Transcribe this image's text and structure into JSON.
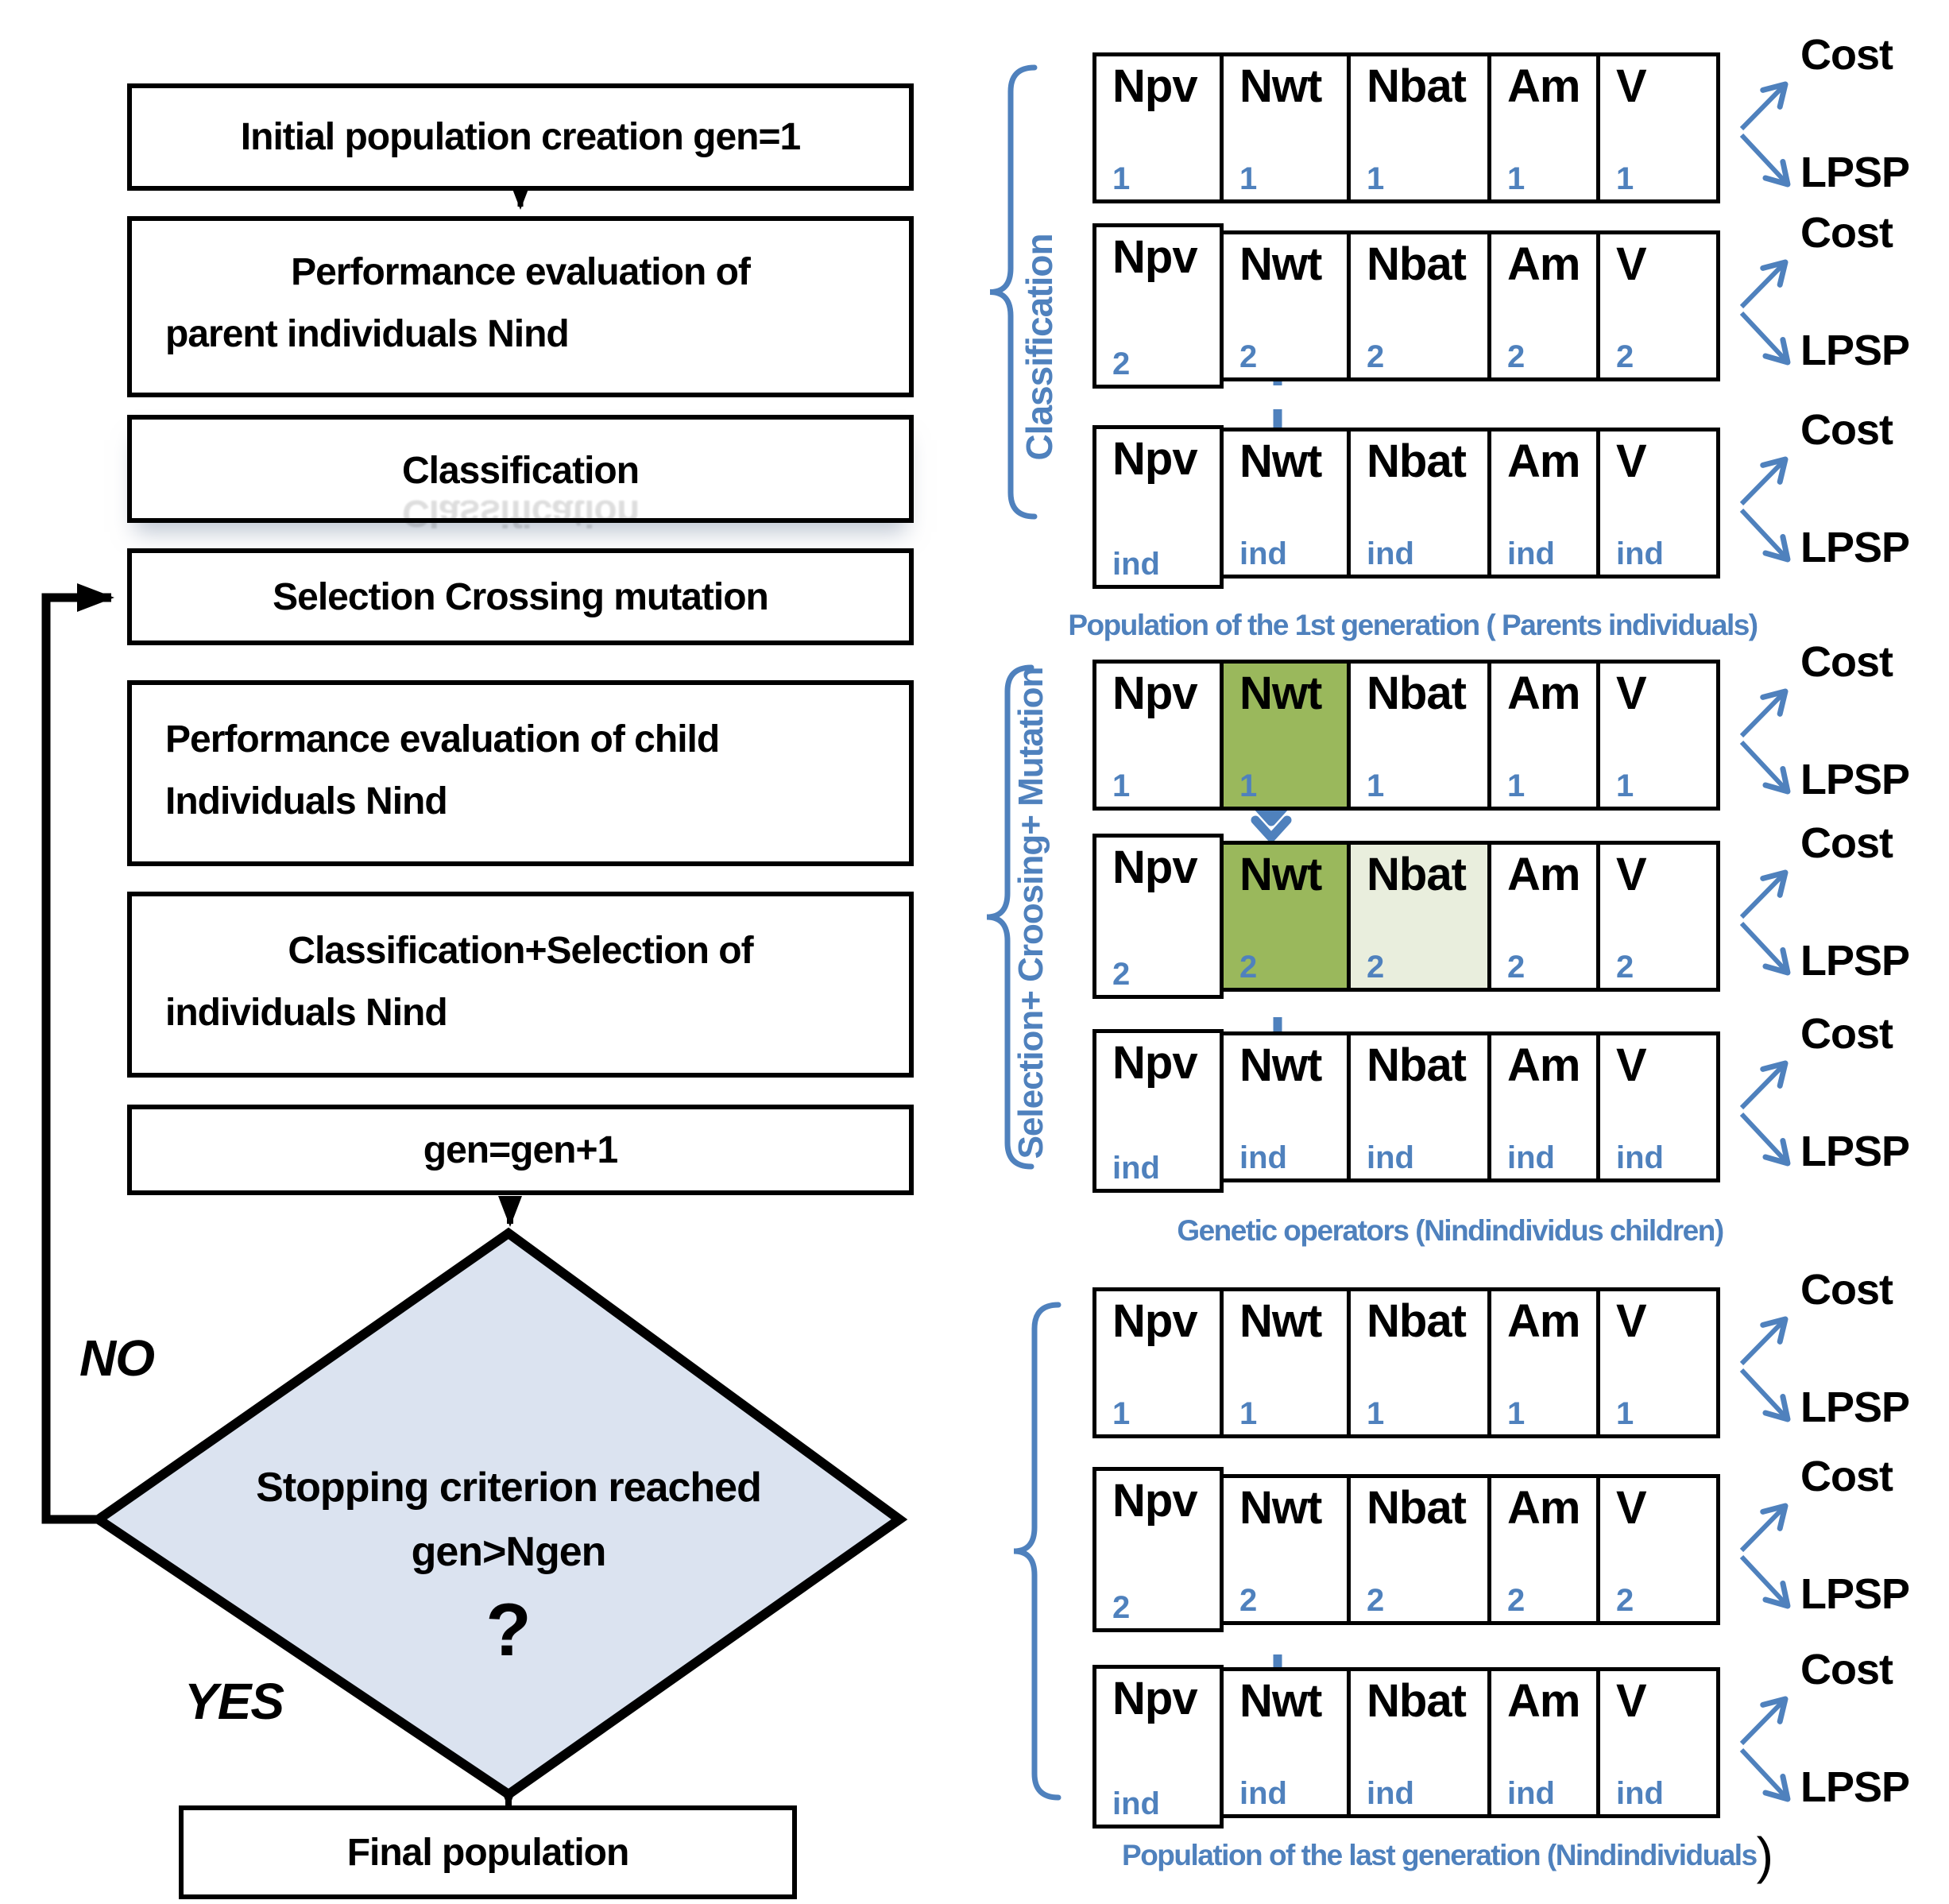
{
  "colors": {
    "accent_blue": "#4f81bd",
    "diamond_fill": "#dbe3f0",
    "crossover_green": "#9ab85c",
    "crossover_green_light": "#e9eedd"
  },
  "flowchart": {
    "boxes": [
      {
        "lines": [
          "Initial population creation gen=1"
        ]
      },
      {
        "lines": [
          "Performance  evaluation of",
          "parent individuals Nind"
        ]
      },
      {
        "lines": [
          "Classification"
        ]
      },
      {
        "lines": [
          "Selection Crossing mutation"
        ]
      },
      {
        "lines": [
          "Performance evaluation of child",
          "Individuals Nind"
        ]
      },
      {
        "lines": [
          "Classification+Selection  of",
          "individuals Nind"
        ]
      },
      {
        "lines": [
          "gen=gen+1"
        ]
      }
    ],
    "decision": {
      "lines": [
        "Stopping criterion reached",
        "gen>Ngen",
        "?"
      ]
    },
    "no_label": "NO",
    "yes_label": "YES",
    "final_box": "Final population"
  },
  "chromosome": {
    "genes": [
      "Npv",
      "Nwt",
      "Nbat",
      "Am",
      "V"
    ],
    "outputs": [
      "Cost",
      "LPSP"
    ]
  },
  "groups": [
    {
      "bracket_label": "Classification",
      "caption": "Population of the 1st generation ( Parents individuals)",
      "caption_suffix": "",
      "rows": [
        {
          "sub": "1",
          "highlights": [
            "none",
            "none",
            "none",
            "none",
            "none"
          ]
        },
        {
          "sub": "2",
          "highlights": [
            "none",
            "none",
            "none",
            "none",
            "none"
          ]
        },
        {
          "sub": "ind",
          "highlights": [
            "none",
            "none",
            "none",
            "none",
            "none"
          ]
        }
      ]
    },
    {
      "bracket_label": "Selection+ Croosing+ Mutation",
      "caption": "Genetic operators (Nindindividus children)",
      "caption_suffix": "",
      "rows": [
        {
          "sub": "1",
          "highlights": [
            "none",
            "dark",
            "none",
            "none",
            "none"
          ]
        },
        {
          "sub": "2",
          "highlights": [
            "none",
            "dark",
            "light",
            "none",
            "none"
          ]
        },
        {
          "sub": "ind",
          "highlights": [
            "none",
            "none",
            "none",
            "none",
            "none"
          ]
        }
      ]
    },
    {
      "bracket_label": "",
      "caption": "Population of the last generation (Nindindividuals",
      "caption_suffix": ")",
      "rows": [
        {
          "sub": "1",
          "highlights": [
            "none",
            "none",
            "none",
            "none",
            "none"
          ]
        },
        {
          "sub": "2",
          "highlights": [
            "none",
            "none",
            "none",
            "none",
            "none"
          ]
        },
        {
          "sub": "ind",
          "highlights": [
            "none",
            "none",
            "none",
            "none",
            "none"
          ]
        }
      ]
    }
  ]
}
